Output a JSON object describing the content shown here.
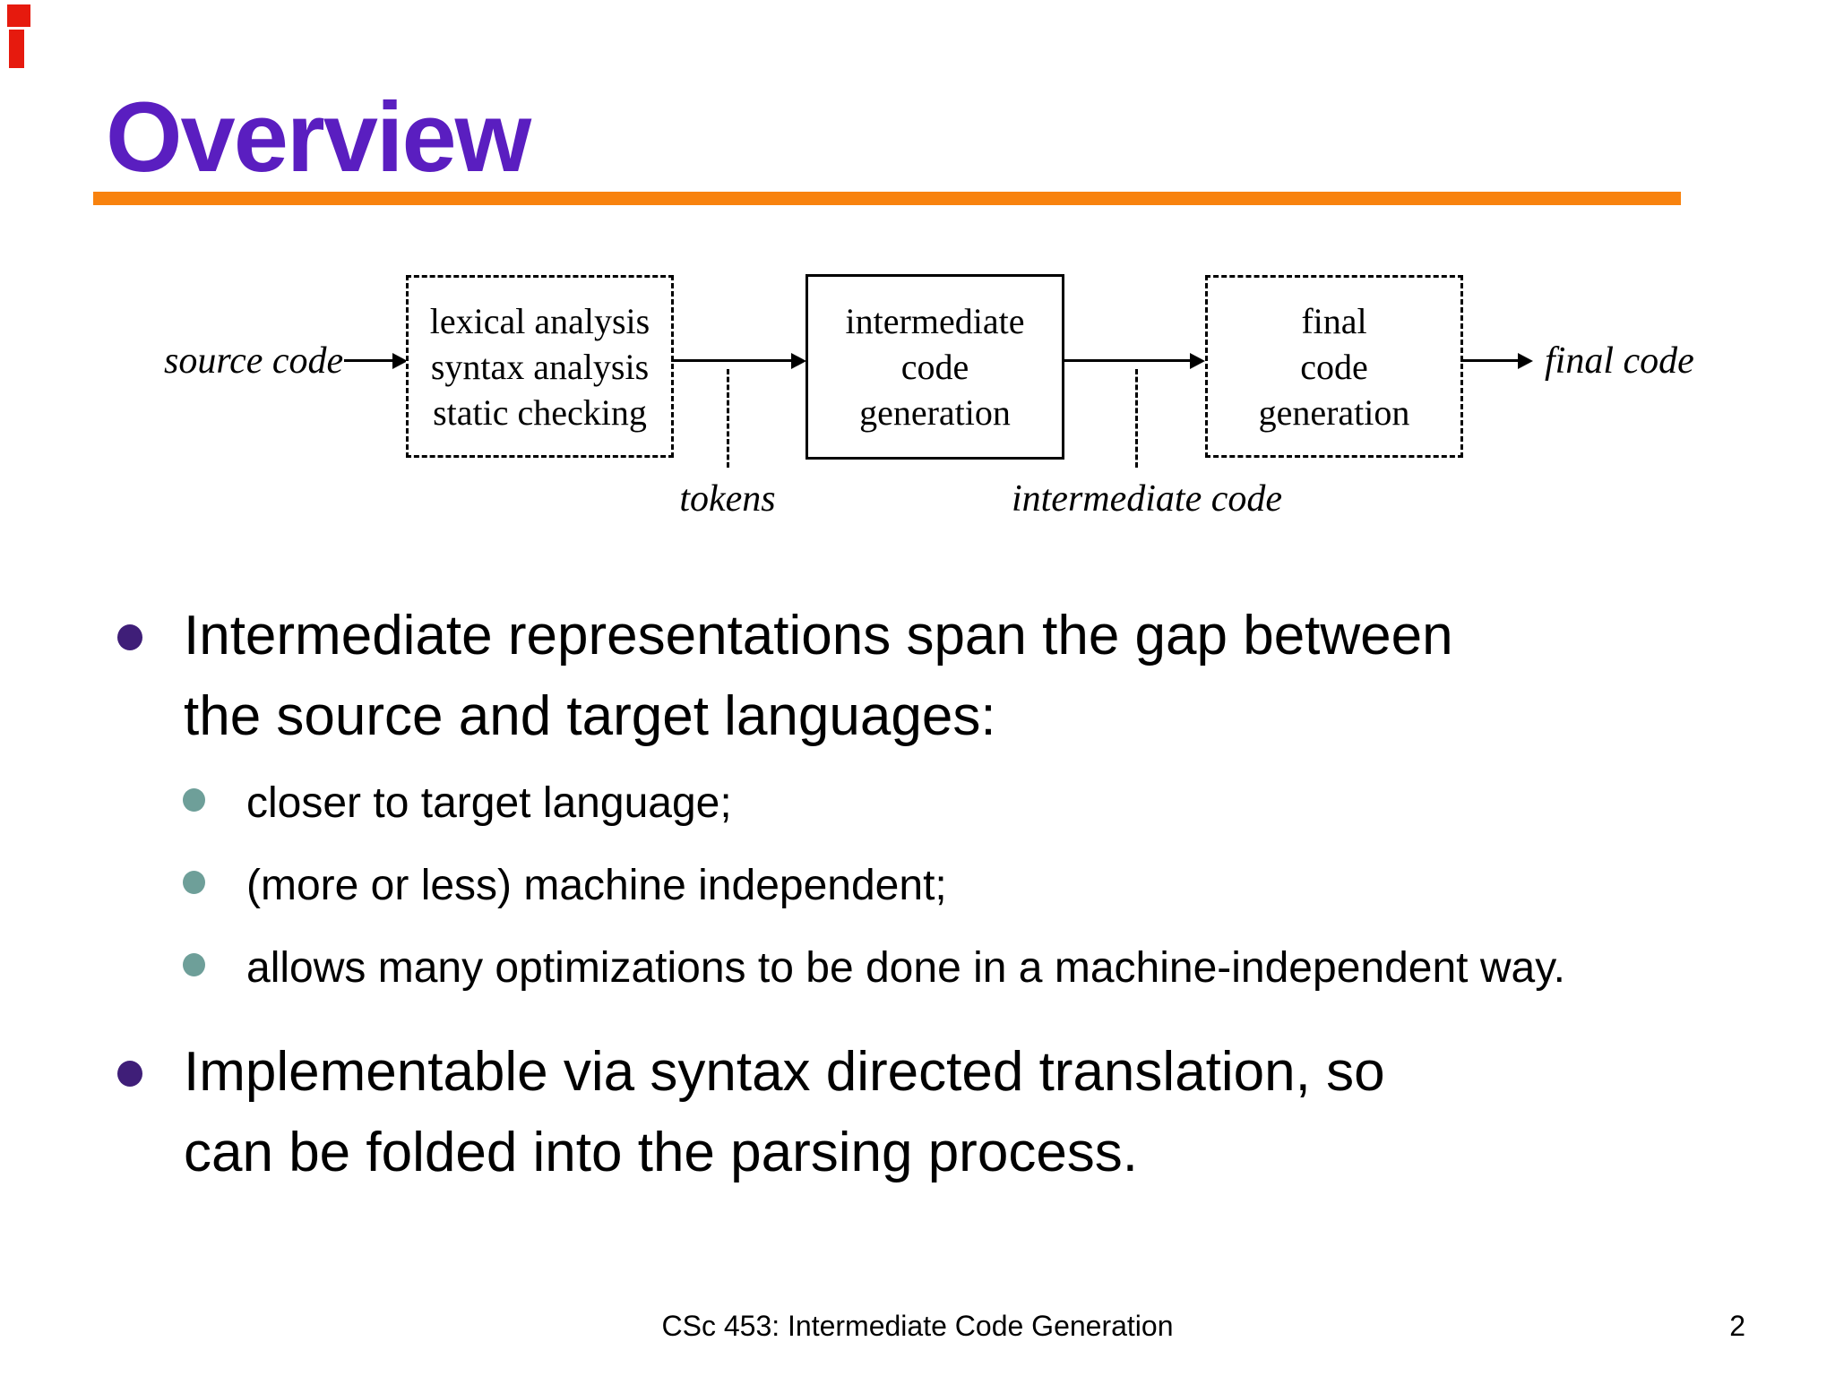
{
  "slide": {
    "title": "Overview",
    "footer": "CSc 453: Intermediate Code Generation",
    "page_number": "2"
  },
  "colors": {
    "title_purple": "#5a1ec0",
    "rule_orange": "#f8820e",
    "main_bullet_dot": "#3f1e78",
    "sub_bullet_dot": "#6e9f99",
    "corner_mark_red": "#e61a0e",
    "text": "#000000"
  },
  "diagram": {
    "input_label": "source code",
    "boxes": [
      {
        "style": "dashed",
        "lines": [
          "lexical analysis",
          "syntax analysis",
          "static checking"
        ]
      },
      {
        "style": "solid",
        "lines": [
          "intermediate",
          "code",
          "generation"
        ]
      },
      {
        "style": "dashed",
        "lines": [
          "final",
          "code",
          "generation"
        ]
      }
    ],
    "edge_labels": [
      "tokens",
      "intermediate code"
    ],
    "output_label": "final code"
  },
  "bullets": [
    {
      "level": 1,
      "lines": [
        "Intermediate representations span the gap between",
        "the source and target languages:"
      ]
    },
    {
      "level": 2,
      "lines": [
        "closer to target language;"
      ]
    },
    {
      "level": 2,
      "lines": [
        "(more or less) machine independent;"
      ]
    },
    {
      "level": 2,
      "lines": [
        "allows many optimizations to be done in a machine-independent way."
      ]
    },
    {
      "level": 1,
      "lines": [
        "Implementable via syntax directed translation, so",
        "can be folded into the parsing process."
      ]
    }
  ]
}
